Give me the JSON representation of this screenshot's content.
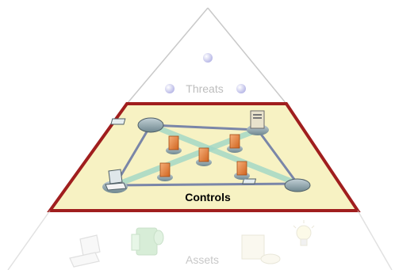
{
  "diagram": {
    "top_label": "Threats",
    "middle_label": "Controls",
    "bottom_label": "Assets"
  },
  "colors": {
    "outline_faded": "#c9c9c9",
    "controls_fill": "#f7f2c3",
    "controls_border": "#a01e1e",
    "network_line": "#7a86a8",
    "firewall": "#e9833a",
    "node_base": "#8ba0a8",
    "threat_dot": "#c9c9ee",
    "faded_text": "#bdbdbd",
    "controls_text": "#000000"
  },
  "icons": {
    "threats": [
      "threat-dot-icon",
      "threat-dot-icon",
      "threat-dot-icon"
    ],
    "network": [
      "router-icon",
      "server-icon",
      "laptop-icon",
      "router-icon",
      "firewall-icon"
    ],
    "assets": [
      "laptop-icon",
      "database-server-icon",
      "computer-icon",
      "lightbulb-icon"
    ]
  }
}
